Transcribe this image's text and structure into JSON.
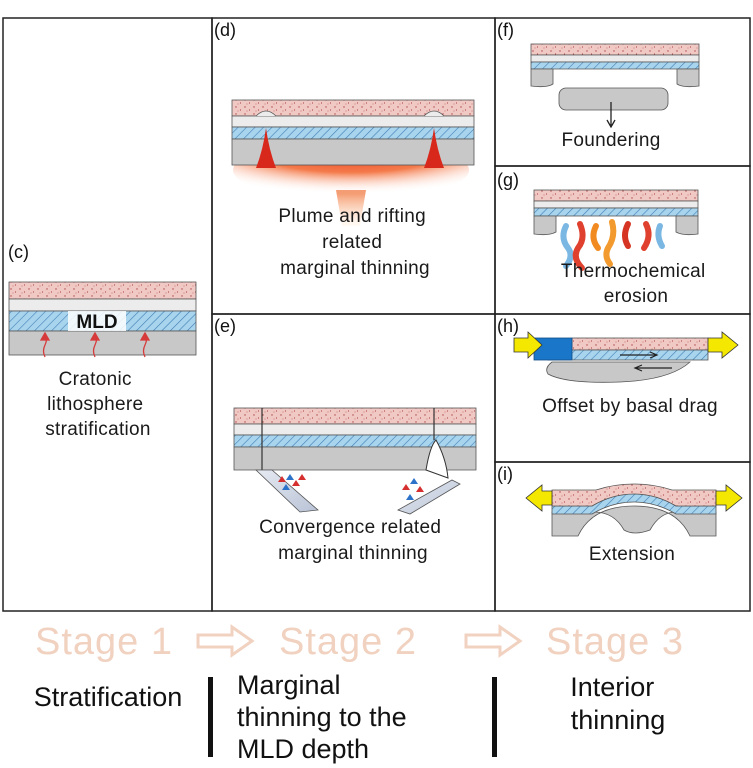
{
  "panels": {
    "c": {
      "letter": "(c)",
      "caption": [
        "Cratonic",
        "lithosphere",
        "stratification"
      ],
      "layer_label": "MLD"
    },
    "d": {
      "letter": "(d)",
      "caption": [
        "Plume  and rifting",
        "related",
        "marginal thinning"
      ]
    },
    "e": {
      "letter": "(e)",
      "caption": [
        "Convergence related",
        "marginal thinning"
      ]
    },
    "f": {
      "letter": "(f)",
      "caption": [
        "Foundering"
      ]
    },
    "g": {
      "letter": "(g)",
      "caption": [
        "Thermochemical",
        "erosion"
      ]
    },
    "h": {
      "letter": "(h)",
      "caption": [
        "Offset by basal drag"
      ]
    },
    "i": {
      "letter": "(i)",
      "caption": [
        "Extension"
      ]
    }
  },
  "stages": [
    {
      "title": "Stage 1",
      "description": [
        "Stratification"
      ]
    },
    {
      "title": "Stage 2",
      "description": [
        "Marginal",
        "thinning to the",
        "MLD depth"
      ]
    },
    {
      "title": "Stage 3",
      "description": [
        "Interior",
        "thinning"
      ]
    }
  ],
  "colors": {
    "crust": "#f1c9c4",
    "crust_dots": "#a84848",
    "white_band": "#ececec",
    "mld_layer": "#a9d4ee",
    "mld_hatch": "#3f7fb4",
    "mantle": "#c8c8c8",
    "stage_text": "#f1d1bf",
    "stage_arrow": "#f1d1bf",
    "yellow_arrow": "#f5e800",
    "blue_block": "#1a76c9"
  }
}
